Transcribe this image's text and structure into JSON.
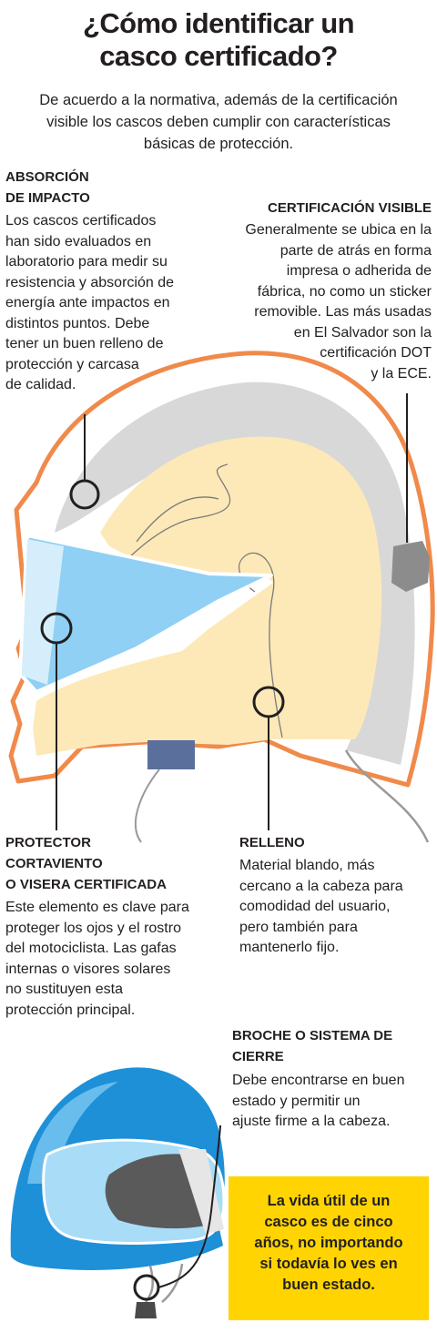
{
  "title": [
    "¿Cómo identificar un",
    "casco certificado?"
  ],
  "intro": [
    "De acuerdo a la normativa, además de la certificación",
    "visible los cascos deben cumplir con características",
    "básicas de protección."
  ],
  "sections": {
    "absorcion": {
      "heading": [
        "ABSORCIÓN",
        "DE IMPACTO"
      ],
      "body": [
        "Los cascos certificados",
        "han sido evaluados en",
        "laboratorio para medir su",
        "resistencia y absorción de",
        "energía ante impactos en",
        "distintos puntos. Debe",
        "tener un buen relleno de",
        "protección y carcasa",
        "de calidad."
      ]
    },
    "certificacion": {
      "heading": [
        "CERTIFICACIÓN VISIBLE"
      ],
      "body": [
        "Generalmente se ubica en la",
        "parte de atrás en forma",
        "impresa o adherida de",
        "fábrica, no como un sticker",
        "removible. Las más usadas",
        "en El Salvador son la",
        "certificación DOT",
        "y la ECE."
      ]
    },
    "protector": {
      "heading": [
        "PROTECTOR",
        "CORTAVIENTO",
        "O VISERA CERTIFICADA"
      ],
      "body": [
        "Este elemento es clave para",
        "proteger los ojos y el rostro",
        "del motociclista. Las gafas",
        "internas o visores solares",
        "no sustituyen esta",
        "protección principal."
      ]
    },
    "relleno": {
      "heading": [
        "RELLENO"
      ],
      "body": [
        "Material blando, más",
        "cercano a la cabeza para",
        "comodidad del usuario,",
        "pero también para",
        "mantenerlo fijo."
      ]
    },
    "broche": {
      "heading": [
        "BROCHE O SISTEMA DE",
        "CIERRE"
      ],
      "body": [
        "Debe encontrarse en buen",
        "estado y permitir un",
        "ajuste firme a la cabeza."
      ]
    }
  },
  "note": [
    "La vida útil de un",
    "casco es de cinco",
    "años, no importando",
    "si todavía lo ves en",
    "buen estado."
  ],
  "colors": {
    "shell_outline": "#f08a4b",
    "padding": "#fde9b8",
    "liner": "#d8d8d8",
    "visor": "#8fd0f4",
    "strap_clip": "#5a6f9c",
    "cert_badge": "#8c8c8c",
    "helmet_blue": "#1e90d8",
    "note_bg": "#ffd400"
  },
  "icons": [
    "callout-circle",
    "certification-badge",
    "chin-strap-clip",
    "blue-helmet-illustration"
  ]
}
